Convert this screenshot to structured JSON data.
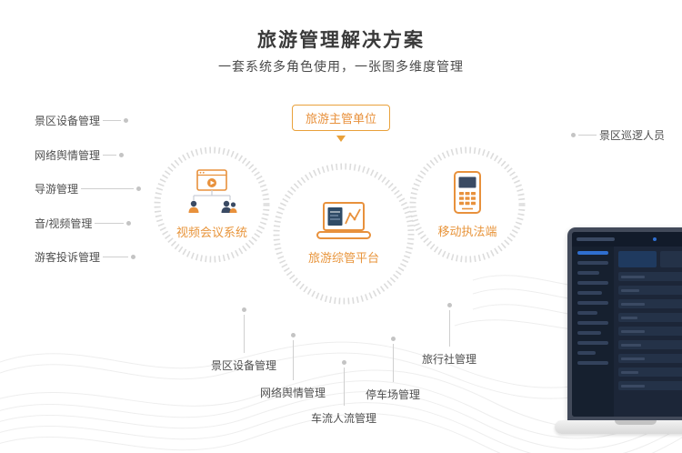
{
  "header": {
    "title": "旅游管理解决方案",
    "subtitle": "一套系统多角色使用，一张图多维度管理"
  },
  "authority_box": {
    "label": "旅游主管单位"
  },
  "circles": [
    {
      "label": "视频会议系统",
      "icon": "video-conference-icon"
    },
    {
      "label": "旅游综管平台",
      "icon": "laptop-chart-icon"
    },
    {
      "label": "移动执法端",
      "icon": "mobile-terminal-icon"
    }
  ],
  "left_labels": [
    "景区设备管理",
    "网络舆情管理",
    "导游管理",
    "音/视频管理",
    "游客投诉管理"
  ],
  "right_labels": [
    "景区巡逻人员"
  ],
  "bottom_labels": [
    "景区设备管理",
    "网络舆情管理",
    "车流人流管理",
    "停车场管理",
    "旅行社管理"
  ],
  "colors": {
    "accent": "#E8913C",
    "navy": "#3A4A63",
    "line": "#CFCFCF",
    "dot": "#C4C4C4",
    "text": "#4F4F4F"
  }
}
